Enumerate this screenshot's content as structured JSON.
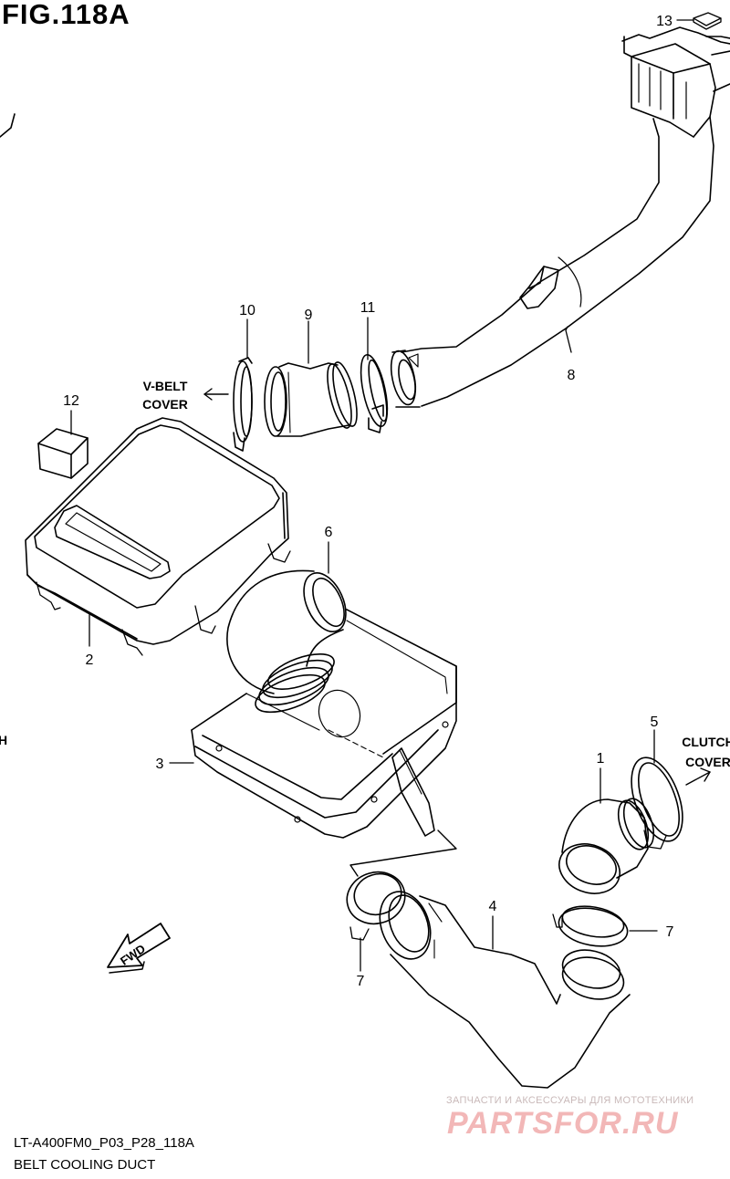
{
  "figure": {
    "title": "FIG.118A",
    "code": "LT-A400FM0_P03_P28_118A",
    "name": "BELT COOLING DUCT"
  },
  "callouts": [
    "1",
    "2",
    "3",
    "4",
    "5",
    "6",
    "7",
    "7",
    "8",
    "9",
    "10",
    "11",
    "12",
    "13"
  ],
  "direction_labels": {
    "vbelt_line1": "V-BELT",
    "vbelt_line2": "COVER",
    "clutch_line1": "CLUTCH",
    "clutch_line2": "COVER",
    "fwd": "FWD",
    "edge_letter": "H"
  },
  "watermark": {
    "line1": "ЗАПЧАСТИ И АКСЕССУАРЫ ДЛЯ МОТОТЕХНИКИ",
    "line2": "PARTSFOR.RU"
  }
}
